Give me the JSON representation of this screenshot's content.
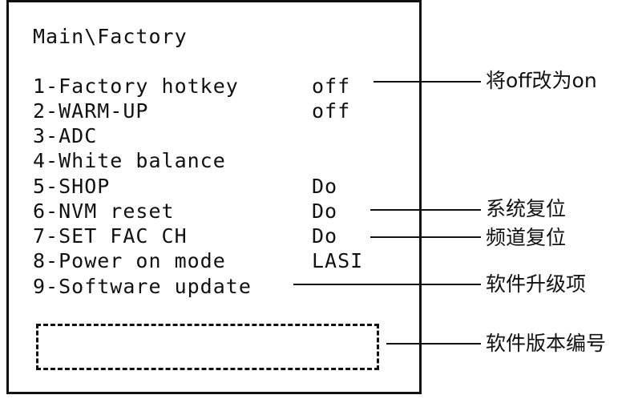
{
  "menu": {
    "title": "Main\\Factory",
    "items": [
      {
        "label": "1-Factory hotkey",
        "value": "off"
      },
      {
        "label": "2-WARM-UP",
        "value": "off"
      },
      {
        "label": "3-ADC",
        "value": ""
      },
      {
        "label": "4-White balance",
        "value": ""
      },
      {
        "label": "5-SHOP",
        "value": "Do"
      },
      {
        "label": "6-NVM reset",
        "value": "Do"
      },
      {
        "label": "7-SET FAC CH",
        "value": "Do"
      },
      {
        "label": "8-Power on mode",
        "value": "LASI"
      },
      {
        "label": "9-Software update",
        "value": ""
      }
    ]
  },
  "annotations": [
    "将off改为on",
    "系统复位",
    "频道复位",
    "软件升级项",
    "软件版本编号"
  ]
}
